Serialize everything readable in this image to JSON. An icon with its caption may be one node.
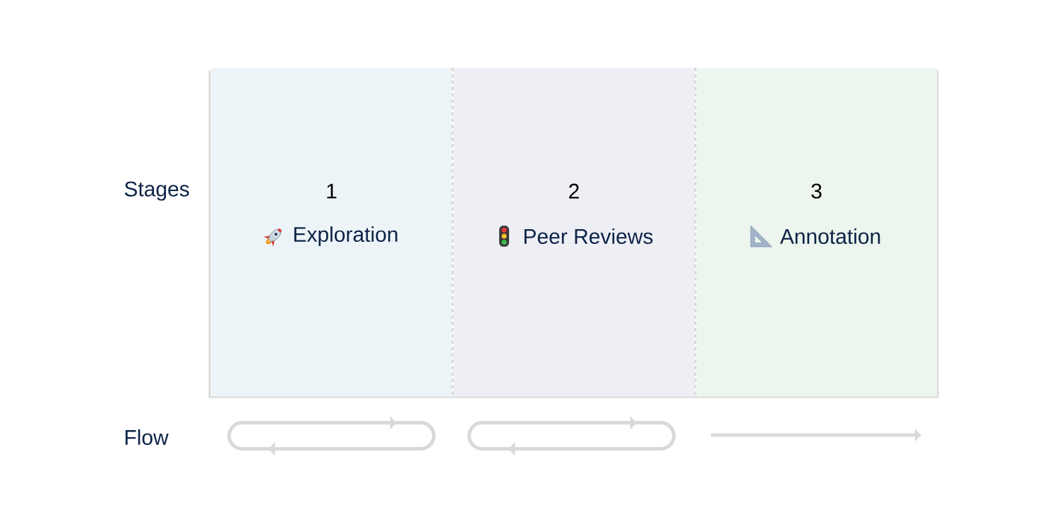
{
  "diagram": {
    "nodes": [
      {
        "text": [
          "1",
          "Exploration"
        ]
      },
      {
        "text": [
          "2",
          "Peer Reviews"
        ]
      },
      {
        "text": [
          "3",
          "Annotation"
        ]
      }
    ],
    "labels": [
      "Stages",
      "Flow"
    ]
  }
}
